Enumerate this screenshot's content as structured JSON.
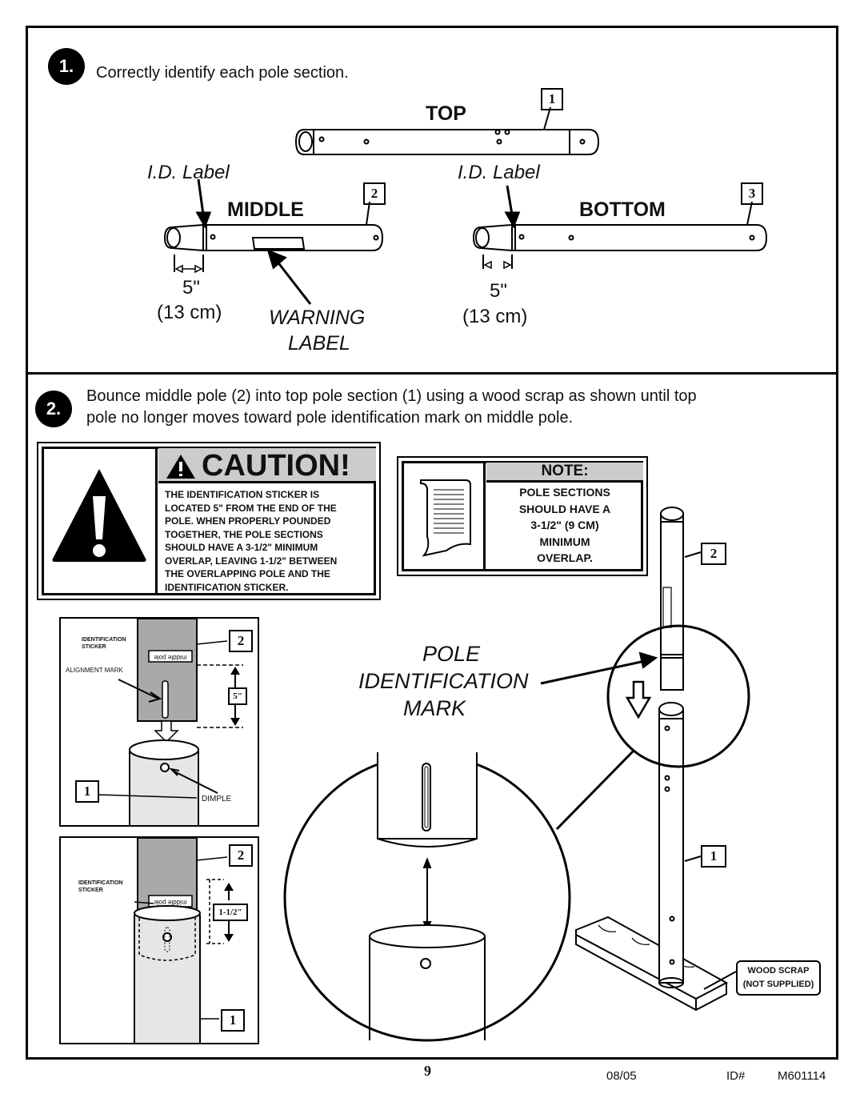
{
  "step1": {
    "number": "1.",
    "instruction": "Correctly identify each pole section.",
    "sections": {
      "top": {
        "label": "TOP",
        "number": "1"
      },
      "middle": {
        "label": "MIDDLE",
        "number": "2"
      },
      "bottom": {
        "label": "BOTTOM",
        "number": "3"
      }
    },
    "id_label": "I.D. Label",
    "dim_in": "5\"",
    "dim_cm": "(13 cm)",
    "warning_label_line1": "WARNING",
    "warning_label_line2": "LABEL"
  },
  "step2": {
    "number": "2.",
    "instruction_line1": "Bounce middle pole (2) into top pole section (1) using a wood scrap as shown until top",
    "instruction_line2": "pole no longer moves toward pole identification mark on middle pole."
  },
  "caution": {
    "title": "CAUTION!",
    "lines": [
      "THE IDENTIFICATION STICKER IS",
      "LOCATED 5\" FROM THE END OF THE",
      "POLE. WHEN PROPERLY POUNDED",
      "TOGETHER, THE POLE SECTIONS",
      "SHOULD HAVE A 3-1/2\" MINIMUM",
      "OVERLAP, LEAVING 1-1/2\" BETWEEN",
      "THE OVERLAPPING POLE AND THE",
      "IDENTIFICATION STICKER."
    ]
  },
  "note": {
    "title": "NOTE:",
    "lines": [
      "POLE SECTIONS",
      "SHOULD HAVE A",
      "3-1/2\" (9 CM)",
      "MINIMUM",
      "OVERLAP."
    ]
  },
  "detail": {
    "identification_sticker": "IDENTIFICATION STICKER",
    "sticker_text": "middle pole",
    "alignment_mark": "ALIGNMENT MARK",
    "dimple": "DIMPLE",
    "gap_5": "5\"",
    "gap_overlap": "1-1/2\"",
    "num_2": "2",
    "num_1": "1"
  },
  "pole_id": {
    "line1": "POLE",
    "line2": "IDENTIFICATION",
    "line3": "MARK"
  },
  "wood_scrap": {
    "line1": "WOOD SCRAP",
    "line2": "(NOT SUPPLIED)"
  },
  "footer": {
    "page": "9",
    "date": "08/05",
    "id_label": "ID#",
    "model": "M601114"
  }
}
